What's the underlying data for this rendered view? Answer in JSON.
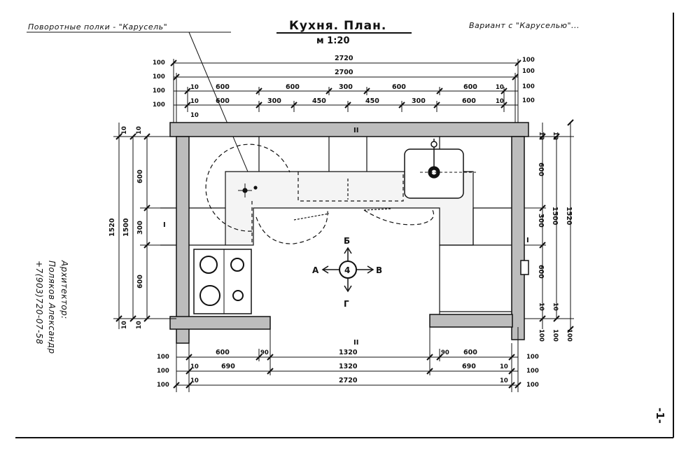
{
  "title": "Кухня. План.",
  "scale": "м 1:20",
  "left_note": "Поворотные полки - \"Карусель\"",
  "right_note": "Вариант с \"Каруселью\"...",
  "architect": {
    "line1": "Архитектор:",
    "line2": "Поляков Александр",
    "line3": "+7(903)720-07-58"
  },
  "page_number": "-1-",
  "view": {
    "center": "4",
    "north": "Б",
    "south": "Г",
    "west": "А",
    "east": "В"
  },
  "wall_marks": {
    "top": "II",
    "bottom": "II",
    "left": "I",
    "right": "I"
  },
  "top_dims": {
    "row1": {
      "side_left": "100",
      "side_right": "100",
      "values": [
        "2720"
      ]
    },
    "row2": {
      "side_left": "100",
      "side_right": "100",
      "values": [
        "2700"
      ]
    },
    "row3": {
      "side_left": "100",
      "side_right": "100",
      "values": [
        "10",
        "600",
        "600",
        "300",
        "600",
        "600",
        "10"
      ]
    },
    "row4": {
      "side_left": "100",
      "side_right": "100",
      "values": [
        "10",
        "600",
        "300",
        "450",
        "450",
        "300",
        "600",
        "10"
      ]
    }
  },
  "bottom_dims": {
    "row1": {
      "side_left": "100",
      "side_right": "100",
      "values": [
        "600",
        "90",
        "1320",
        "90",
        "600"
      ]
    },
    "row2": {
      "side_left": "100",
      "side_right": "100",
      "values": [
        "10",
        "690",
        "1320",
        "690",
        "10"
      ]
    },
    "row3": {
      "side_left": "100",
      "side_right": "100",
      "values": [
        "10",
        "2720",
        "10"
      ]
    }
  },
  "left_dims": {
    "outer": "1520",
    "middle": "1500",
    "inner": [
      "10",
      "600",
      "300",
      "600",
      "10"
    ]
  },
  "right_dims": {
    "outer": "1520",
    "middle": "1500",
    "inner": [
      "10",
      "600",
      "300",
      "600",
      "10",
      "10"
    ],
    "bottom": [
      "100",
      "100",
      "100"
    ]
  }
}
